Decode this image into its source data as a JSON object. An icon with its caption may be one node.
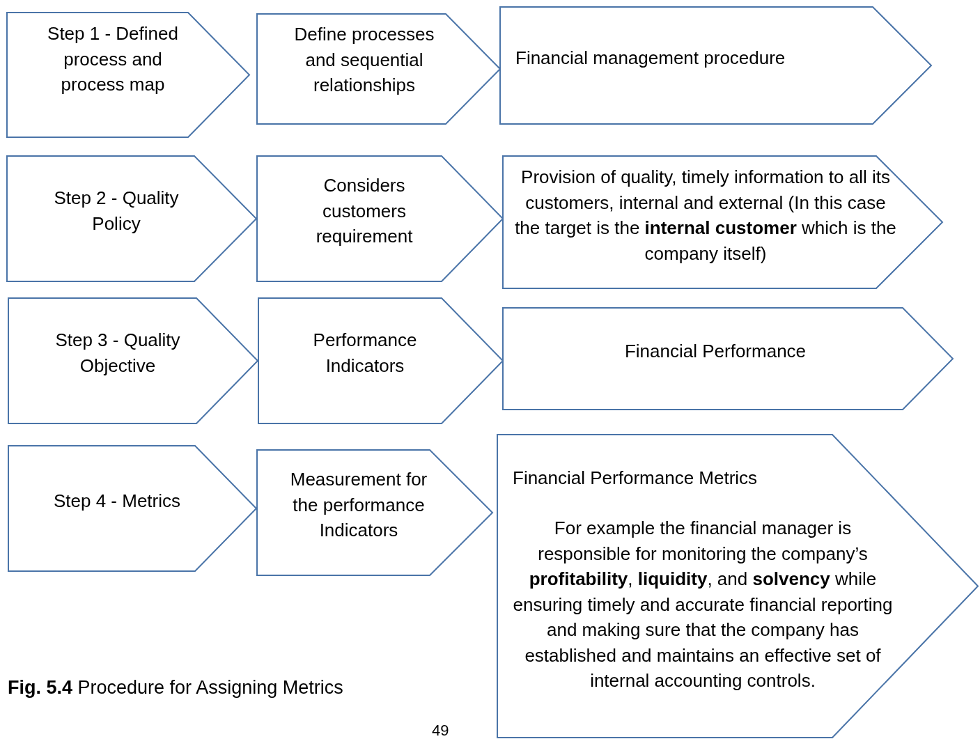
{
  "diagram": {
    "caption": "**Fig. 5.4** Procedure for Assigning Metrics",
    "nodes": [
      {
        "text": [
          "Step 1 - Defined process and process map"
        ]
      },
      {
        "text": [
          "Define processes and sequential relationships"
        ]
      },
      {
        "text": [
          "Financial management procedure"
        ]
      },
      {
        "text": [
          "Step 2 - Quality Policy"
        ]
      },
      {
        "text": [
          "Considers customers requirement"
        ]
      },
      {
        "text": [
          "Provision of quality, timely information to all its customers, internal and external (In this case the target is the **internal customer** which is the company itself)"
        ]
      },
      {
        "text": [
          "Step 3 - Quality Objective"
        ]
      },
      {
        "text": [
          "Performance Indicators"
        ]
      },
      {
        "text": [
          "Financial Performance"
        ]
      },
      {
        "text": [
          "Step 4 - Metrics"
        ]
      },
      {
        "text": [
          "Measurement for the performance Indicators"
        ]
      },
      {
        "text": [
          "Financial Performance Metrics",
          "For example the financial manager is responsible for monitoring the company’s **profitability**, **liquidity**, and **solvency** while ensuring timely and accurate financial reporting and making sure that the company has established and maintains an effective set of internal accounting controls."
        ]
      }
    ],
    "labels": [
      "49"
    ]
  }
}
